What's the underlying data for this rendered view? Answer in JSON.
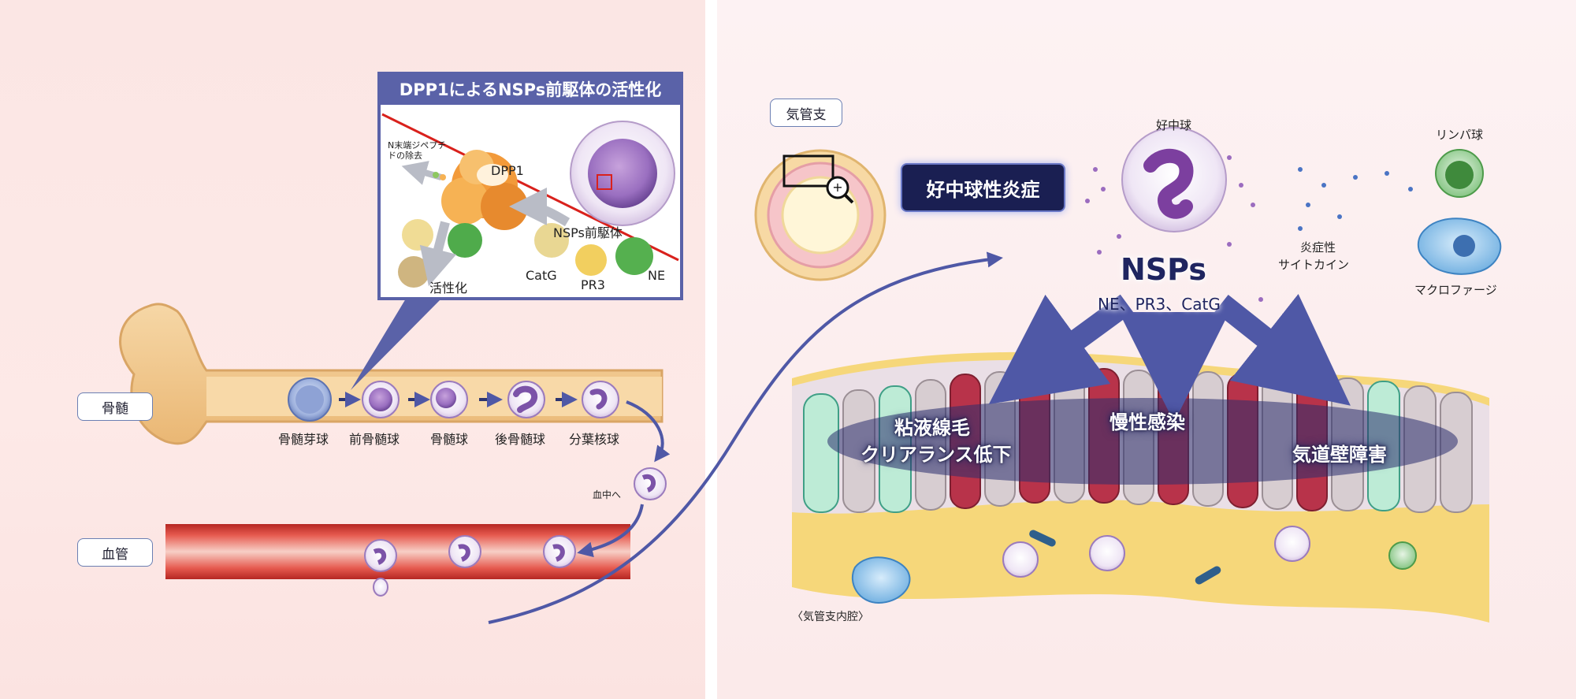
{
  "inset": {
    "title": "DPP1によるNSPs前駆体の活性化",
    "dipeptide_removal": "N末端ジペプチドの除去",
    "dpp1": "DPP1",
    "precursor": "NSPs前駆体",
    "activation": "活性化",
    "catg": "CatG",
    "pr3": "PR3",
    "ne": "NE"
  },
  "left": {
    "bone_marrow": "骨髄",
    "blood_vessel": "血管",
    "to_blood": "血中へ",
    "stages": [
      "骨髄芽球",
      "前骨髄球",
      "骨髄球",
      "後骨髄球",
      "分葉核球"
    ]
  },
  "right": {
    "bronchus": "気管支",
    "neutrophilic_inflammation": "好中球性炎症",
    "neutrophil": "好中球",
    "nsps": "NSPs",
    "nsps_list": "NE、PR3、CatG",
    "cytokine_line1": "炎症性",
    "cytokine_line2": "サイトカイン",
    "lymphocyte": "リンパ球",
    "macrophage": "マクロファージ",
    "effect1_line1": "粘液線毛",
    "effect1_line2": "クリアランス低下",
    "effect2": "慢性感染",
    "effect3": "気道壁障害",
    "lumen": "〈気管支内腔〉"
  },
  "colors": {
    "inset_header": "#5a62a8",
    "bone": "#f3c98d",
    "vessel": "#c9302c",
    "arrow": "#4f58a6",
    "inflammation_box": "#1a1f52"
  }
}
